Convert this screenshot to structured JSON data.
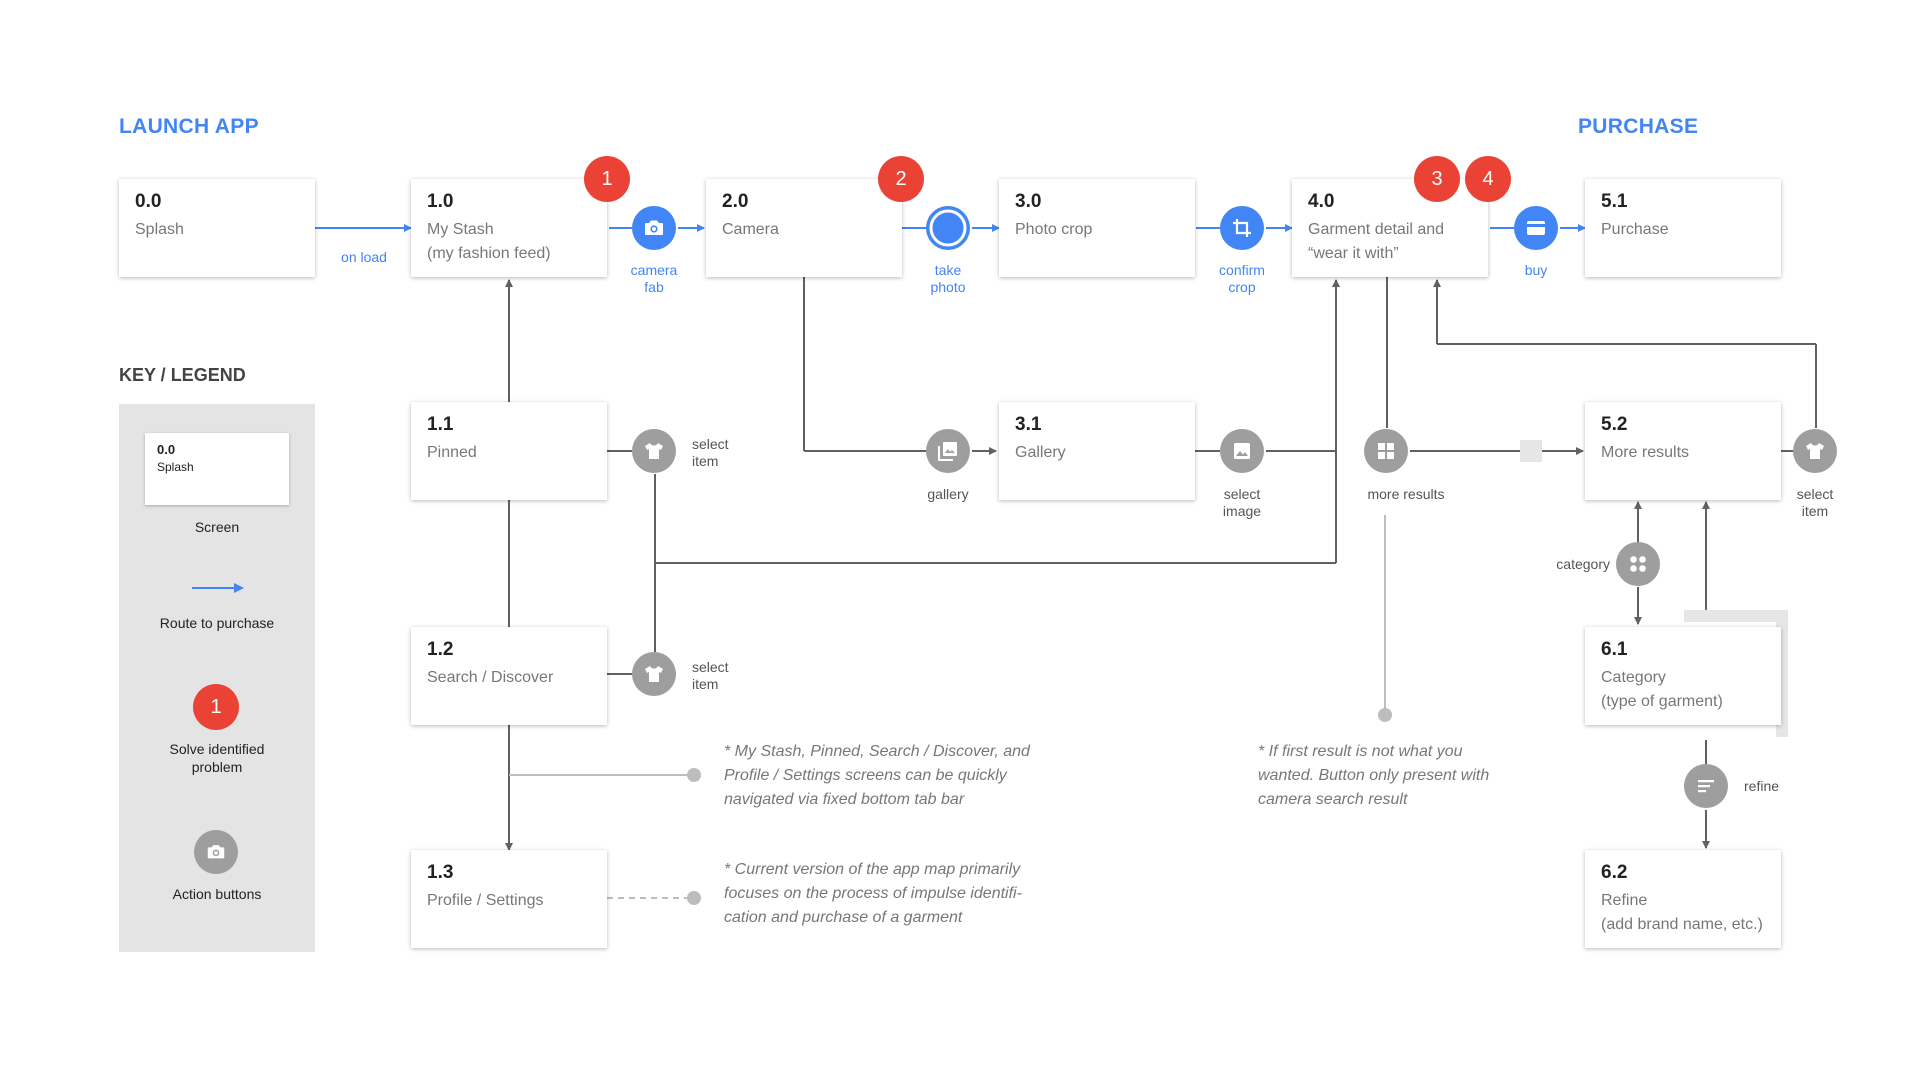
{
  "sections": {
    "launch": "LAUNCH APP",
    "purchase": "PURCHASE",
    "legend": "KEY / LEGEND"
  },
  "screens": {
    "s00": {
      "num": "0.0",
      "name": "Splash"
    },
    "s10": {
      "num": "1.0",
      "name": "My Stash\n(my fashion feed)"
    },
    "s11": {
      "num": "1.1",
      "name": "Pinned"
    },
    "s12": {
      "num": "1.2",
      "name": "Search / Discover"
    },
    "s13": {
      "num": "1.3",
      "name": "Profile / Settings"
    },
    "s20": {
      "num": "2.0",
      "name": "Camera"
    },
    "s30": {
      "num": "3.0",
      "name": "Photo crop"
    },
    "s31": {
      "num": "3.1",
      "name": "Gallery"
    },
    "s40": {
      "num": "4.0",
      "name": "Garment detail and\n“wear it with”"
    },
    "s51": {
      "num": "5.1",
      "name": "Purchase"
    },
    "s52": {
      "num": "5.2",
      "name": "More results"
    },
    "s61": {
      "num": "6.1",
      "name": "Category\n(type of garment)"
    },
    "s62": {
      "num": "6.2",
      "name": "Refine\n(add brand name, etc.)"
    }
  },
  "badges": [
    "1",
    "2",
    "3",
    "4"
  ],
  "labels": {
    "on_load": "on load",
    "camera_fab": "camera\nfab",
    "take_photo": "take\nphoto",
    "confirm_crop": "confirm\ncrop",
    "buy": "buy",
    "select_item_1": "select\nitem",
    "select_item_2": "select\nitem",
    "select_item_3": "select\nitem",
    "gallery": "gallery",
    "select_image": "select\nimage",
    "more_results": "more results",
    "category": "category",
    "refine": "refine"
  },
  "notes": {
    "tabs": "* My Stash, Pinned, Search / Discover, and Profile / Settings screens can be quickly navigated via fixed bottom tab bar",
    "version": "* Current version of the app map primarily focuses on the process of impulse identifi-cation and purchase of a garment",
    "first_result": "* If first result is not what you wanted. Button only present with camera search result"
  },
  "legend": {
    "screen_num": "0.0",
    "screen_name": "Splash",
    "screen": "Screen",
    "route": "Route to purchase",
    "badge": "1",
    "solve": "Solve identified\nproblem",
    "action": "Action buttons"
  },
  "colors": {
    "route": "#4285f4",
    "badge": "#ea4335",
    "line": "#616161",
    "action_gray": "#9e9e9e"
  }
}
